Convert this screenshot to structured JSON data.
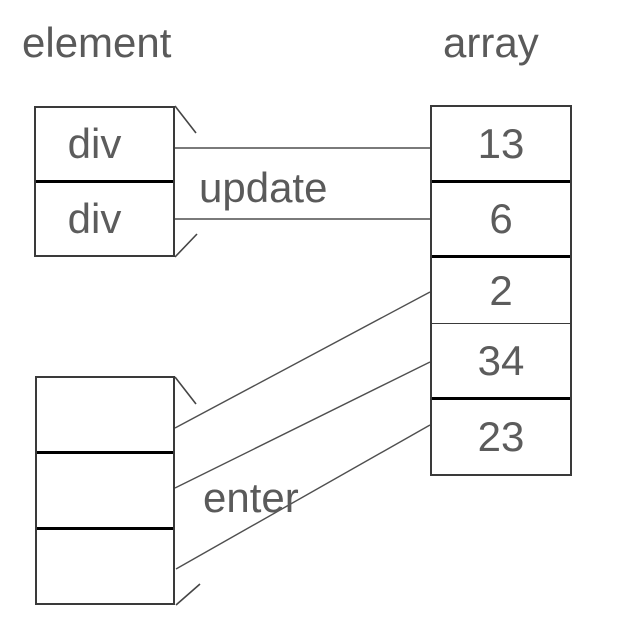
{
  "diagram": {
    "labels": {
      "element": "element",
      "array": "array",
      "update": "update",
      "enter": "enter"
    },
    "element_group": {
      "cells": [
        "div",
        "div"
      ]
    },
    "array_group": {
      "cells": [
        "13",
        "6",
        "2",
        "34",
        "23"
      ]
    },
    "enter_group": {
      "cells": [
        "",
        "",
        ""
      ]
    },
    "colors": {
      "background": "#ffffff",
      "label_text": "#5a5a5a",
      "cell_text": "#5c5c5c",
      "box_border": "#3a3a3a",
      "thick_divider": "#000000",
      "connector_line": "#4f4f4f"
    }
  }
}
